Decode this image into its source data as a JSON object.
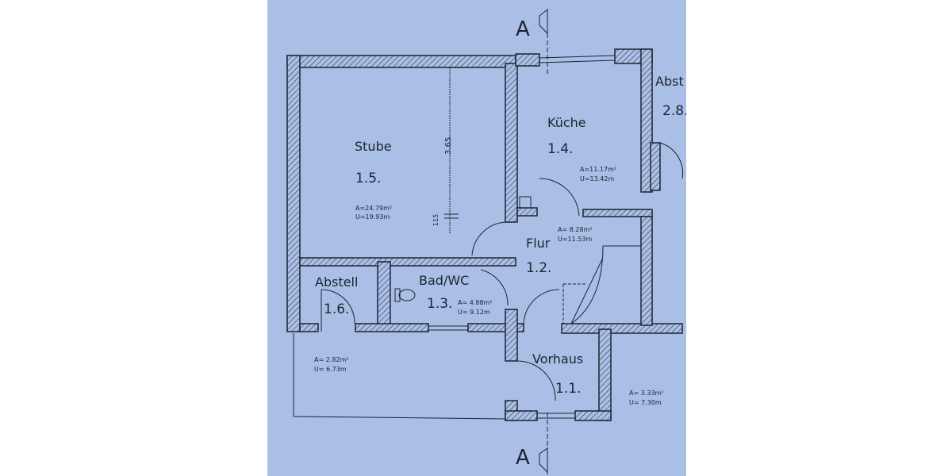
{
  "colors": {
    "paper": "#a9bfe6",
    "ink": "#1c2430"
  },
  "section_marker": "A",
  "dimensions": {
    "height": "3.65",
    "sill": "115"
  },
  "rooms": [
    {
      "name": "Stube",
      "number": "1.5.",
      "area": "A=24.79m²",
      "perimeter": "U=19.93m"
    },
    {
      "name": "Küche",
      "number": "1.4.",
      "area": "A=11.17m²",
      "perimeter": "U=13.42m"
    },
    {
      "name": "Flur",
      "number": "1.2.",
      "area": "A=  8.28m²",
      "perimeter": "U=11.53m"
    },
    {
      "name": "Bad/WC",
      "number": "1.3.",
      "area": "A=  4.88m²",
      "perimeter": "U=  9.12m"
    },
    {
      "name": "Abstell",
      "number": "1.6.",
      "area": "A=  2.82m²",
      "perimeter": "U=  6.73m"
    },
    {
      "name": "Vorhaus",
      "number": "1.1.",
      "area": "A=  3.33m²",
      "perimeter": "U=  7.30m"
    },
    {
      "name": "Abst",
      "number": "2.8."
    }
  ]
}
